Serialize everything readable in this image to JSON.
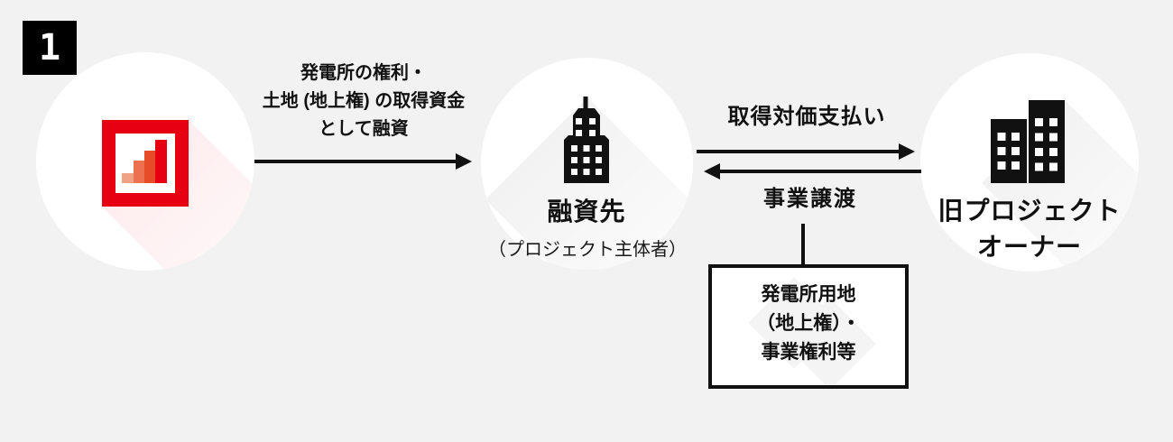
{
  "step_badge": {
    "number": "1"
  },
  "colors": {
    "background": "#f2f2f2",
    "ink": "#111111",
    "brand_red": "#e60012",
    "logo_bar_colors": [
      "#f2a284",
      "#ed7150",
      "#e74b28",
      "#e60012"
    ],
    "circle_fill": "#ffffff"
  },
  "lender_node": {
    "icon": "bar-chart-logo-icon"
  },
  "loan_arrow": {
    "direction": "right",
    "label_lines": [
      "発電所の権利・",
      "土地 (地上権) の取得資金",
      "として融資"
    ]
  },
  "borrower_node": {
    "icon": "skyscraper-icon",
    "title": "融資先",
    "subtitle": "（プロジェクト主体者）"
  },
  "payment_arrow": {
    "direction": "right",
    "label": "取得対価支払い"
  },
  "transfer_arrow": {
    "direction": "left",
    "label": "事業譲渡"
  },
  "old_owner_node": {
    "icon": "twin-buildings-icon",
    "title_lines": [
      "旧プロジェクト",
      "オーナー"
    ]
  },
  "asset_box": {
    "lines": [
      "発電所用地",
      "（地上権）・",
      "事業権利等"
    ]
  }
}
